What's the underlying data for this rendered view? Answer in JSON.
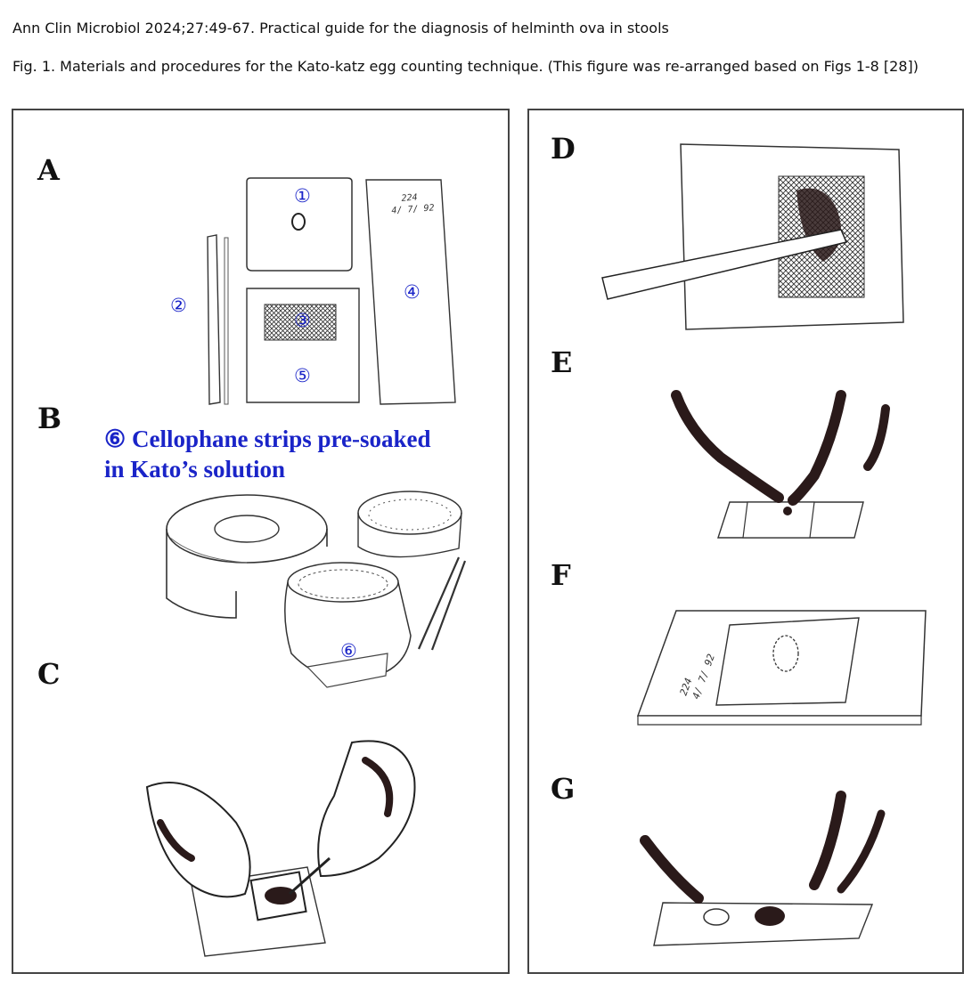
{
  "header": {
    "citation": "Ann Clin Microbiol 2024;27:49-67. Practical guide for the diagnosis of helminth ova in stools",
    "caption": "Fig. 1. Materials and procedures for the Kato-katz egg counting technique. (This figure was re-arranged based on Figs 1-8 [28])"
  },
  "panels": {
    "a": "A",
    "b": "B",
    "c": "C",
    "d": "D",
    "e": "E",
    "f": "F",
    "g": "G"
  },
  "markers": {
    "m1": "①",
    "m2": "②",
    "m3": "③",
    "m4": "④",
    "m5": "⑤",
    "m6": "⑥"
  },
  "cellophane_note": {
    "line1": "⑥ Cellophane strips pre-soaked",
    "line2": "in Kato’s solution"
  },
  "slide_label": {
    "line1": "224",
    "line2": "4/ 7/ 92"
  }
}
